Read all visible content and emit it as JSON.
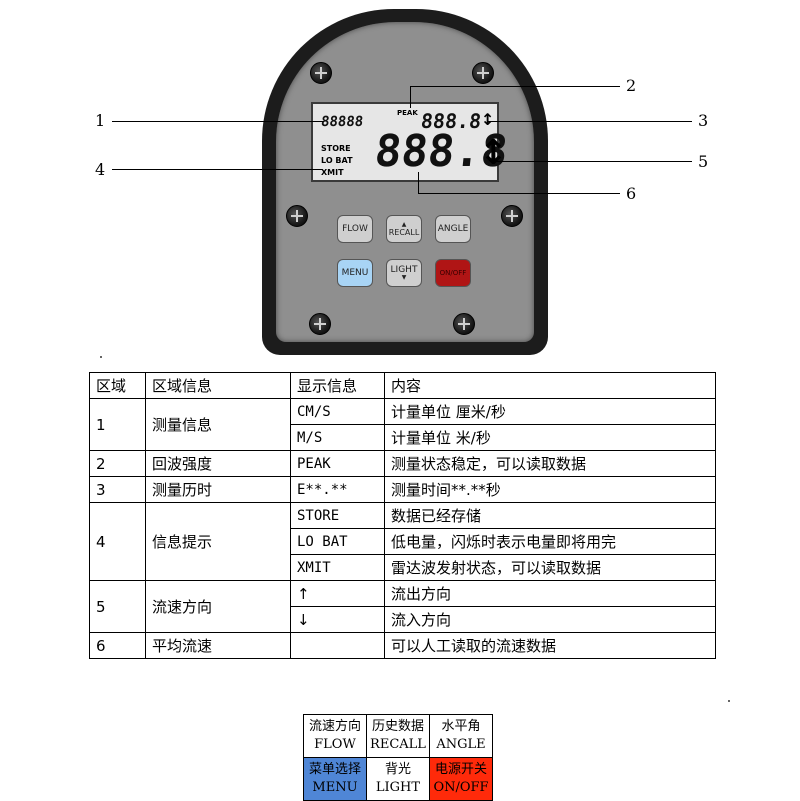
{
  "device": {
    "lcd": {
      "small_digits": "88888",
      "peak_label": "PEAK",
      "mid_digits": "888.8",
      "big_digits": "888.8",
      "store_label": "STORE",
      "lobat_label": "LO BAT",
      "xmit_label": "XMIT",
      "arrow_small": "↕",
      "arrow_big": "↕"
    },
    "buttons": {
      "flow": "FLOW",
      "recall_arrow": "▲",
      "recall": "RECALL",
      "angle": "ANGLE",
      "menu": "MENU",
      "light": "LIGHT",
      "light_arrow": "▼",
      "onoff": "ON/OFF"
    },
    "callouts": [
      "1",
      "2",
      "3",
      "4",
      "5",
      "6"
    ],
    "colors": {
      "body": "#1c1c1c",
      "panel": "#8f8f8f",
      "menu_button": "#a8d4f5",
      "power_button": "#b01515"
    }
  },
  "table": {
    "headers": [
      "区域",
      "区域信息",
      "显示信息",
      "内容"
    ],
    "rows": [
      {
        "zone": "1",
        "info": "测量信息",
        "display": "CM/S",
        "content": "计量单位 厘米/秒"
      },
      {
        "zone": "",
        "info": "",
        "display": "M/S",
        "content": "计量单位 米/秒"
      },
      {
        "zone": "2",
        "info": "回波强度",
        "display": "PEAK",
        "content": "测量状态稳定，可以读取数据"
      },
      {
        "zone": "3",
        "info": "测量历时",
        "display": "E**.**",
        "content": "测量时间**.**秒"
      },
      {
        "zone": "4",
        "info": "信息提示",
        "display": "STORE",
        "content": "数据已经存储"
      },
      {
        "zone": "",
        "info": "",
        "display": "LO BAT",
        "content": "低电量，闪烁时表示电量即将用完"
      },
      {
        "zone": "",
        "info": "",
        "display": "XMIT",
        "content": "雷达波发射状态，可以读取数据"
      },
      {
        "zone": "5",
        "info": "流速方向",
        "display": "↑",
        "content": "流出方向"
      },
      {
        "zone": "",
        "info": "",
        "display": "↓",
        "content": "流入方向"
      },
      {
        "zone": "6",
        "info": "平均流速",
        "display": "",
        "content": "可以人工读取的流速数据"
      }
    ]
  },
  "keys": [
    {
      "cn": "流速方向",
      "en": "FLOW",
      "color": "#ffffff"
    },
    {
      "cn": "历史数据",
      "en": "RECALL",
      "color": "#ffffff"
    },
    {
      "cn": "水平角",
      "en": "ANGLE",
      "color": "#ffffff"
    },
    {
      "cn": "菜单选择",
      "en": "MENU",
      "color": "#4f86d6"
    },
    {
      "cn": "背光",
      "en": "LIGHT",
      "color": "#ffffff"
    },
    {
      "cn": "电源开关",
      "en": "ON/OFF",
      "color": "#ff2a0a"
    }
  ]
}
